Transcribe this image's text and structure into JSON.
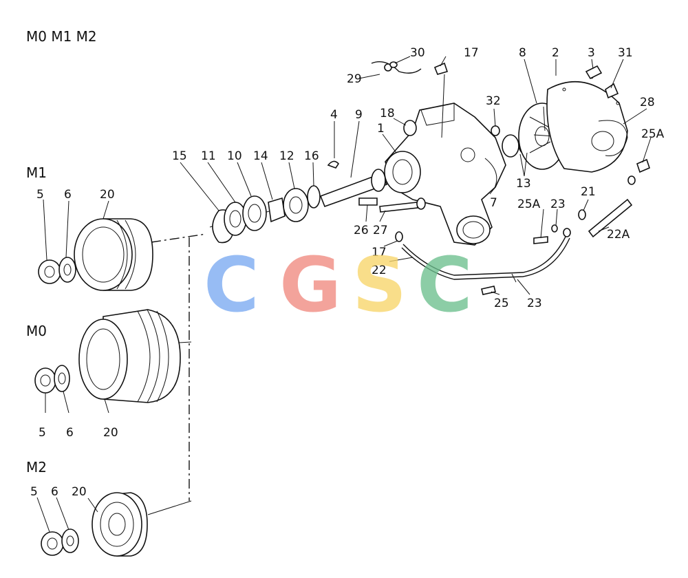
{
  "header": {
    "models": "M0 M1 M2"
  },
  "groups": {
    "m1": "M1",
    "m0": "M0",
    "m2": "M2"
  },
  "watermark": {
    "letters": [
      "C",
      "G",
      "S",
      "C"
    ],
    "colors": [
      "#7aaaf2",
      "#f08a80",
      "#f8d56a",
      "#6cbf8e"
    ]
  },
  "labels": {
    "p1": "1",
    "p2": "2",
    "p3": "3",
    "p4": "4",
    "p7": "7",
    "p8": "8",
    "p9": "9",
    "p10": "10",
    "p11": "11",
    "p12": "12",
    "p13": "13",
    "p14": "14",
    "p15": "15",
    "p16": "16",
    "p17a": "17",
    "p17b": "17",
    "p18": "18",
    "p21": "21",
    "p22a": "22A",
    "p22b": "22",
    "p23a": "23",
    "p23b": "23",
    "p25a1": "25A",
    "p25a2": "25A",
    "p25b": "25",
    "p26": "26",
    "p27": "27",
    "p28": "28",
    "p29": "29",
    "p30": "30",
    "p31": "31",
    "p32": "32",
    "m1_5": "5",
    "m1_6": "6",
    "m1_20": "20",
    "m0_5": "5",
    "m0_6": "6",
    "m0_20": "20",
    "m2_5": "5",
    "m2_6": "6",
    "m2_20": "20"
  }
}
